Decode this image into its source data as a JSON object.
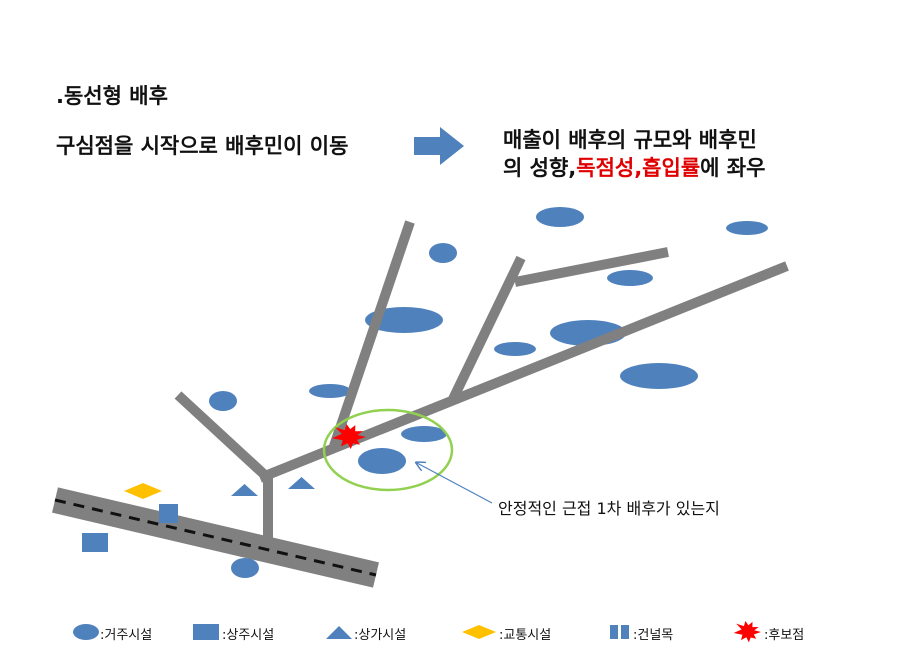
{
  "title": ".동선형 배후",
  "left_text": "구심점을 시작으로 배후민이 이동",
  "right_text": {
    "line1": "매출이 배후의 규모와 배후민",
    "line2_prefix": "의 성향,",
    "line2_red": "독점성,흡입률",
    "line2_suffix": "에 좌우"
  },
  "callout": "안정적인 근접 1차 배후가 있는지",
  "legend": [
    {
      "symbol": "ellipse",
      "label": ":거주시설"
    },
    {
      "symbol": "square",
      "label": ":상주시설"
    },
    {
      "symbol": "triangle",
      "label": ":상가시설"
    },
    {
      "symbol": "diamond",
      "label": ":교통시설"
    },
    {
      "symbol": "crosswalk",
      "label": ":건널목"
    },
    {
      "symbol": "burst",
      "label": ":후보점"
    }
  ],
  "colors": {
    "road": "#808080",
    "facility": "#4f81bd",
    "transport": "#ffc000",
    "candidate": "#ff0000",
    "highlight": "#92d050",
    "arrow": "#4f81bd",
    "emphasis_text": "#e00000"
  }
}
